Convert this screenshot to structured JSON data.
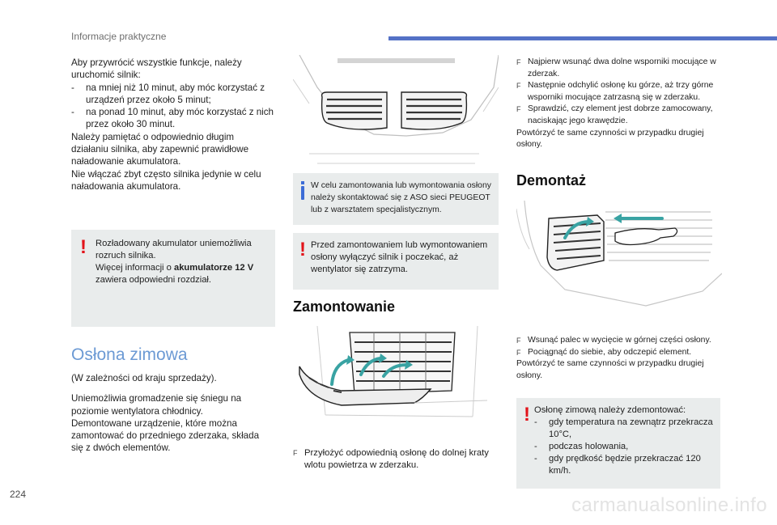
{
  "header": {
    "title": "Informacje praktyczne",
    "bar_color": "#5471c6"
  },
  "page_number": "224",
  "watermark": "carmanualsonline.info",
  "left": {
    "intro": "Aby przywrócić wszystkie funkcje, należy uruchomić silnik:",
    "items": [
      "na mniej niż 10 minut, aby móc korzystać z urządzeń przez około 5 minut;",
      "na ponad 10 minut, aby móc korzystać z nich przez około 30 minut."
    ],
    "after1": "Należy pamiętać o odpowiednio długim działaniu silnika, aby zapewnić prawidłowe naładowanie akumulatora.",
    "after2": "Nie włączać zbyt często silnika jedynie w celu naładowania akumulatora.",
    "warning": {
      "line1": "Rozładowany akumulator uniemożliwia rozruch silnika.",
      "line2_pre": "Więcej informacji o ",
      "line2_bold": "akumulatorze 12 V",
      "line2_post": " zawiera odpowiedni rozdział."
    },
    "section_title": "Osłona zimowa",
    "p1": "(W zależności od kraju sprzedaży).",
    "p2": "Uniemożliwia gromadzenie się śniegu na poziomie wentylatora chłodnicy.",
    "p3": "Demontowane urządzenie, które można zamontować do przedniego zderzaka, składa się z dwóch elementów."
  },
  "middle": {
    "info": "W celu zamontowania lub wymontowania osłony należy skontaktować się z ASO sieci PEUGEOT lub z warsztatem specjalistycznym.",
    "warning": "Przed zamontowaniem lub wymontowaniem osłony wyłączyć silnik i poczekać, aż wentylator się zatrzyma.",
    "section_title": "Zamontowanie",
    "step": "Przyłożyć odpowiednią osłonę do dolnej kraty wlotu powietrza w zderzaku."
  },
  "right": {
    "steps": [
      "Najpierw wsunąć dwa dolne wsporniki mocujące w zderzak.",
      "Następnie odchylić osłonę ku górze, aż trzy górne wsporniki mocujące zatrzasną się w zderzaku.",
      "Sprawdzić, czy element jest dobrze zamocowany, naciskając jego krawędzie."
    ],
    "repeat1": "Powtórzyć te same czynności w przypadku drugiej osłony.",
    "section_title": "Demontaż",
    "steps2": [
      "Wsunąć palec w wycięcie w górnej części osłony.",
      "Pociągnąć do siebie, aby odczepić element."
    ],
    "repeat2": "Powtórzyć te same czynności w przypadku drugiej osłony.",
    "warning": {
      "intro": "Osłonę zimową należy zdemontować:",
      "items": [
        "gdy temperatura na zewnątrz przekracza 10°C,",
        "podczas holowania,",
        "gdy prędkość będzie przekraczać 120 km/h."
      ]
    }
  },
  "symbols": {
    "bullet": "F",
    "dash": "-",
    "warn": "!"
  },
  "colors": {
    "warn": "#e2131a",
    "info": "#3c6cd6",
    "box": "#e9ecec",
    "heading": "#6c9ad4",
    "illus_arrow": "#39a3a3"
  }
}
